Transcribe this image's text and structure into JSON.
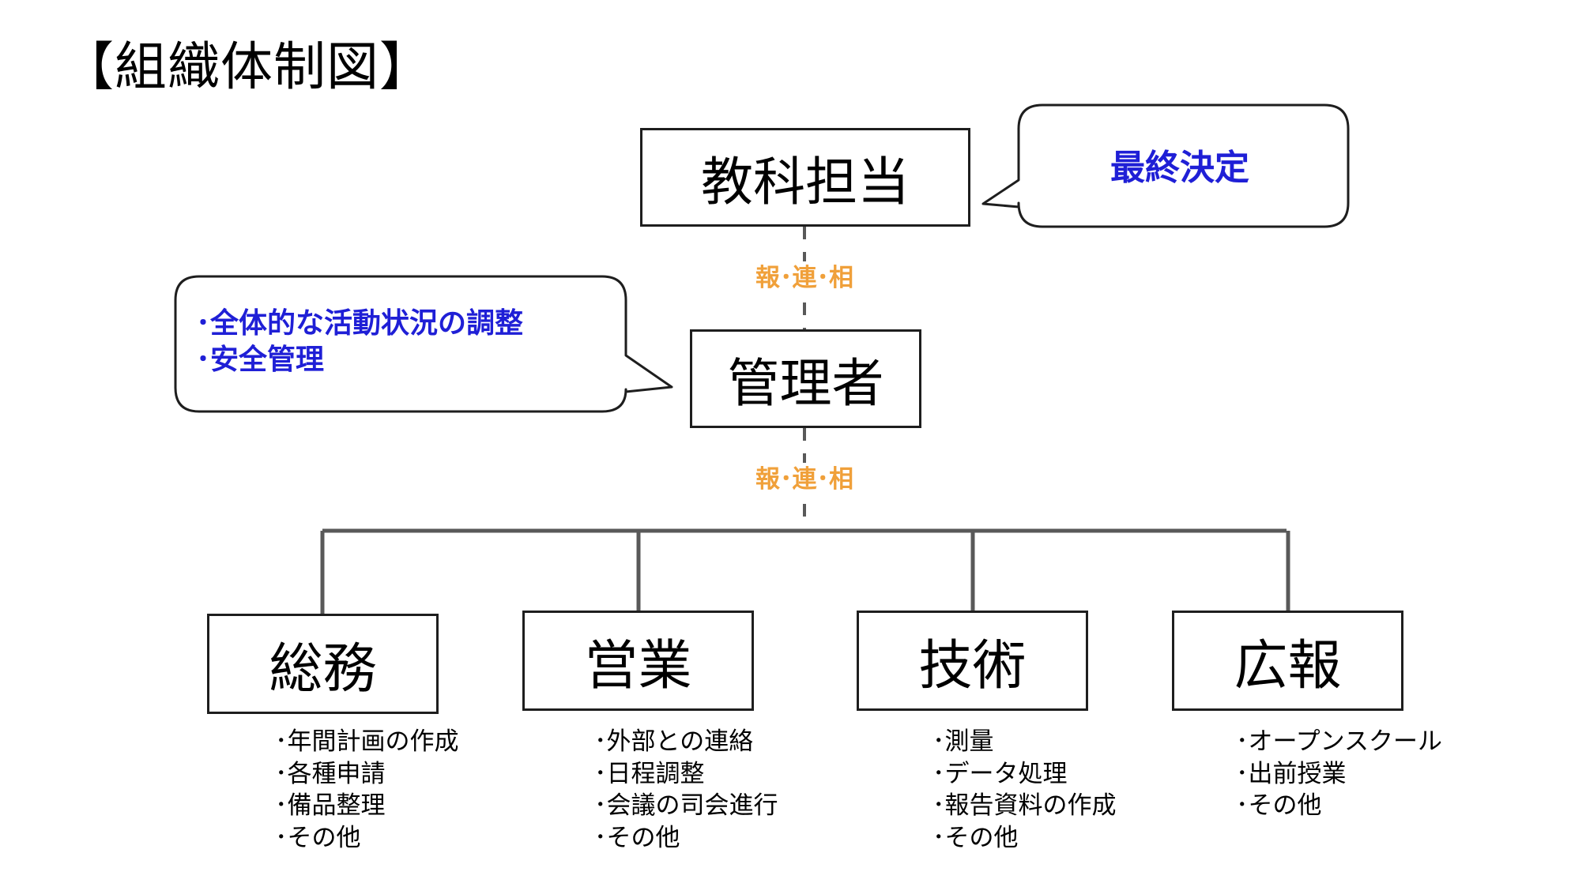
{
  "title": "【組織体制図】",
  "top_box": {
    "label": "教科担当"
  },
  "top_callout": {
    "text": "最終決定"
  },
  "connector_label_1": "報･連･相",
  "manager_box": {
    "label": "管理者"
  },
  "manager_callout": {
    "items": [
      "･全体的な活動状況の調整",
      "･安全管理"
    ]
  },
  "connector_label_2": "報･連･相",
  "departments": [
    {
      "label": "総務",
      "tasks": [
        "･年間計画の作成",
        "･各種申請",
        "･備品整理",
        "･その他"
      ]
    },
    {
      "label": "営業",
      "tasks": [
        "･外部との連絡",
        "･日程調整",
        "･会議の司会進行",
        "･その他"
      ]
    },
    {
      "label": "技術",
      "tasks": [
        "･測量",
        "･データ処理",
        "･報告資料の作成",
        "･その他"
      ]
    },
    {
      "label": "広報",
      "tasks": [
        "･オープンスクール",
        "･出前授業",
        "･その他"
      ]
    }
  ],
  "colors": {
    "callout_text": "#1f1fd6",
    "connector_label": "#f0a03a",
    "line": "#595959",
    "box_border": "#1e1e1e"
  }
}
